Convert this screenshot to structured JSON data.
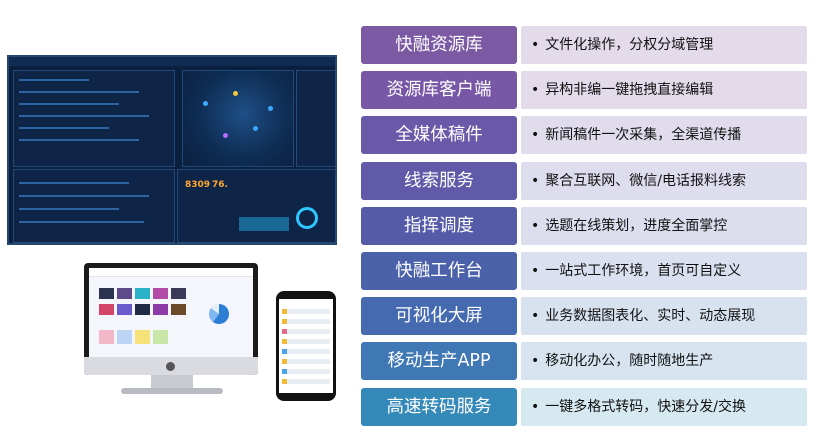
{
  "features": [
    {
      "label": "快融资源库",
      "desc": "文件化操作，分权分域管理",
      "color": "#7b5aa3",
      "descbg": "#e3dbea"
    },
    {
      "label": "资源库客户端",
      "desc": "异构非编一键拖拽直接编辑",
      "color": "#7757a6",
      "descbg": "#e3dbea"
    },
    {
      "label": "全媒体稿件",
      "desc": "新闻稿件一次采集，全渠道传播",
      "color": "#6a59a8",
      "descbg": "#e0dcec"
    },
    {
      "label": "线索服务",
      "desc": "聚合互联网、微信/电话报料线索",
      "color": "#605aa8",
      "descbg": "#dedded"
    },
    {
      "label": "指挥调度",
      "desc": "选题在线策划，进度全面掌控",
      "color": "#555ba8",
      "descbg": "#dcdeee"
    },
    {
      "label": "快融工作台",
      "desc": "一站式工作环境，首页可自定义",
      "color": "#4b62ab",
      "descbg": "#dae0ef"
    },
    {
      "label": "可视化大屏",
      "desc": "业务数据图表化、实时、动态展现",
      "color": "#456ab0",
      "descbg": "#d8e2ef"
    },
    {
      "label": "移动生产APP",
      "desc": "移动化办公，随时随地生产",
      "color": "#3f78b4",
      "descbg": "#d7e4ef"
    },
    {
      "label": "高速转码服务",
      "desc": "一键多格式转码，快速分发/交换",
      "color": "#3489b8",
      "descbg": "#d6e8f0"
    }
  ],
  "bullet": "•",
  "dashboard": {
    "num_a": "8309",
    "num_b": "76."
  }
}
